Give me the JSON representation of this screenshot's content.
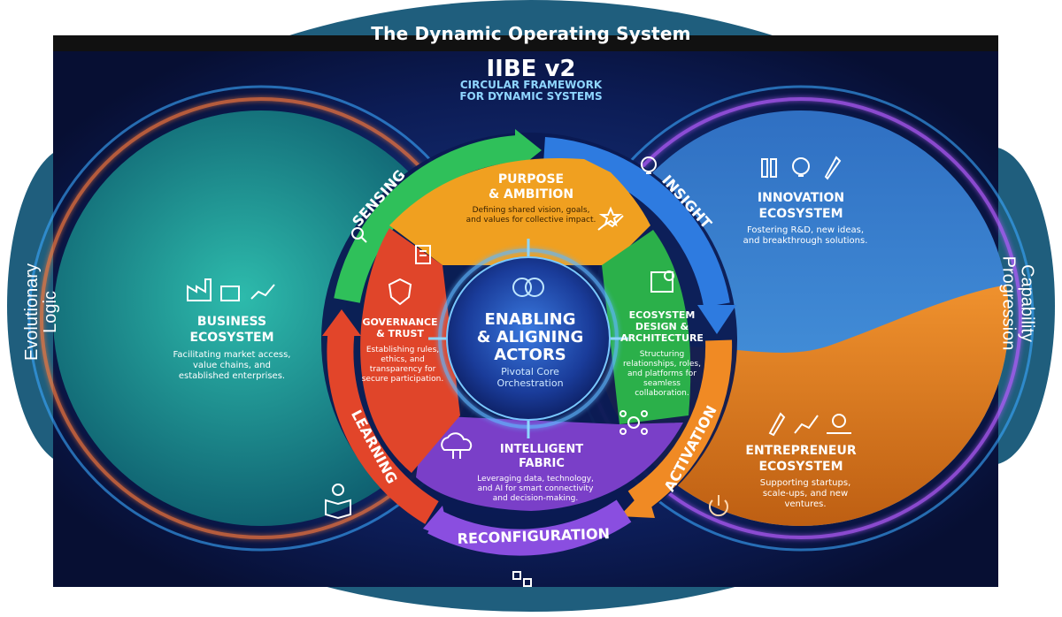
{
  "frame": {
    "title": "The Dynamic Operating System",
    "left_label_line1": "Evolutionary",
    "left_label_line2": "Logic",
    "right_label_line1": "Capability",
    "right_label_line2": "Progression"
  },
  "header": {
    "title": "IIBE v2",
    "subtitle_line1": "CIRCULAR FRAMEWORK",
    "subtitle_line2": "FOR DYNAMIC SYSTEMS"
  },
  "core": {
    "title_line1": "ENABLING",
    "title_line2": "& ALIGNING",
    "title_line3": "ACTORS",
    "sub_line1": "Pivotal Core",
    "sub_line2": "Orchestration",
    "icon": "brain-icon"
  },
  "inner_segments": {
    "purpose": {
      "title_line1": "PURPOSE",
      "title_line2": "& AMBITION",
      "desc": [
        "Defining shared vision, goals,",
        "and values for collective impact."
      ],
      "icon": "star-growth-icon"
    },
    "ecosystem_design": {
      "title": [
        "ECOSYSTEM",
        "DESIGN &",
        "ARCHITECTURE"
      ],
      "desc": [
        "Structuring",
        "relationships, roles,",
        "and platforms for",
        "seamless",
        "collaboration."
      ],
      "icon": "blueprint-icon"
    },
    "intelligent_fabric": {
      "title": [
        "INTELLIGENT",
        "FABRIC"
      ],
      "desc": [
        "Leveraging data, technology,",
        "and AI for smart connectivity",
        "and decision-making."
      ],
      "icon": "cloud-ai-icon"
    },
    "governance": {
      "title": [
        "GOVERNANCE",
        "& TRUST"
      ],
      "desc": [
        "Establishing rules,",
        "ethics, and",
        "transparency for",
        "secure participation."
      ],
      "icon": "shield-handshake-icon"
    }
  },
  "outer_arrows": {
    "sensing": "SENSING",
    "insight": "INSIGHT",
    "activation": "ACTIVATION",
    "reconfiguration": "RECONFIGURATION",
    "learning": "LEARNING"
  },
  "ecosystems": {
    "business": {
      "title_line1": "BUSINESS",
      "title_line2": "ECOSYSTEM",
      "desc": [
        "Facilitating market access,",
        "value chains, and",
        "established enterprises."
      ],
      "icon": "factory-chart-icon"
    },
    "innovation": {
      "title_line1": "INNOVATION",
      "title_line2": "ECOSYSTEM",
      "desc": [
        "Fostering R&D, new ideas,",
        "and breakthrough solutions."
      ],
      "icon": "lab-bulb-rocket-icon"
    },
    "entrepreneur": {
      "title_line1": "ENTREPRENEUR",
      "title_line2": "ECOSYSTEM",
      "desc": [
        "Supporting startups,",
        "scale-ups, and new",
        "ventures."
      ],
      "icon": "rocket-growth-icon"
    }
  },
  "colors": {
    "frame_ellipse": "#1f5e7d",
    "background": "#0a1a4a",
    "business": "#1aa69a",
    "innovation": "#3a8fd8",
    "entrepreneur": "#e07a22",
    "purpose": "#f0a020",
    "design": "#2bb04a",
    "fabric": "#7a3fc8",
    "governance": "#e0452a",
    "core": "#1e4fa8"
  }
}
